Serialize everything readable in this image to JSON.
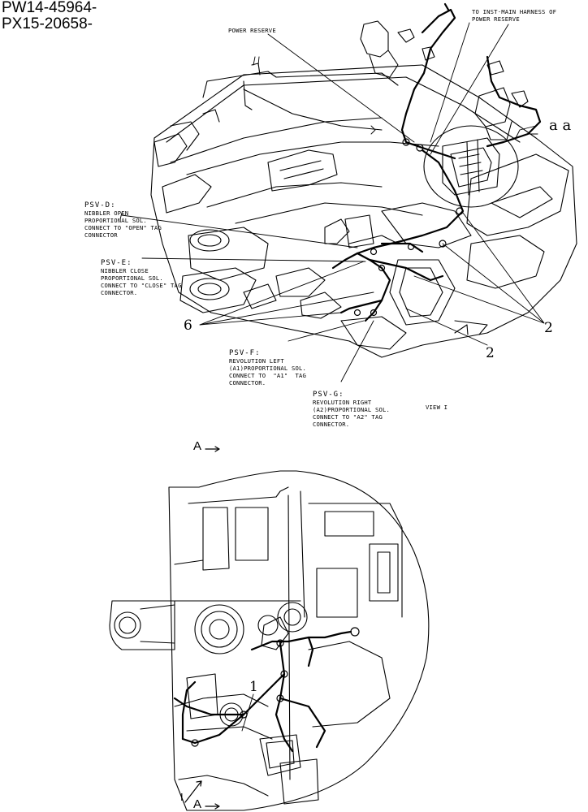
{
  "header": {
    "line1": "PW14-45964-",
    "line2": "PX15-20658-"
  },
  "callouts": {
    "power_reserve": "POWER RESERVE",
    "inst_main": "TO INST·MAIN HARNESS OF\nPOWER RESERVE",
    "aa": "a a",
    "psv_d": {
      "title": "PSV-D:",
      "body": "NIBBLER OPEN\nPROPORTIONAL SOL.\nCONNECT TO \"OPEN\" TAG\nCONNECTOR"
    },
    "psv_e": {
      "title": "PSV-E:",
      "body": "NIBBLER CLOSE\nPROPORTIONAL SOL.\nCONNECT TO \"CLOSE\" TAG\nCONNECTOR."
    },
    "psv_f": {
      "title": "PSV-F:",
      "body": "REVOLUTION LEFT\n(A1)PROPORTIONAL SOL.\nCONNECT TO  \"A1\"  TAG\nCONNECTOR."
    },
    "psv_g": {
      "title": "PSV-G:",
      "body": "REVOLUTION RIGHT\n(A2)PROPORTIONAL SOL.\nCONNECT TO \"A2\" TAG\nCONNECTOR."
    },
    "view": "VIEW I",
    "num_6": "6",
    "num_2a": "2",
    "num_2b": "2",
    "num_1": "1",
    "section_top": "A",
    "section_bottom": "A",
    "view_marker": "I"
  }
}
